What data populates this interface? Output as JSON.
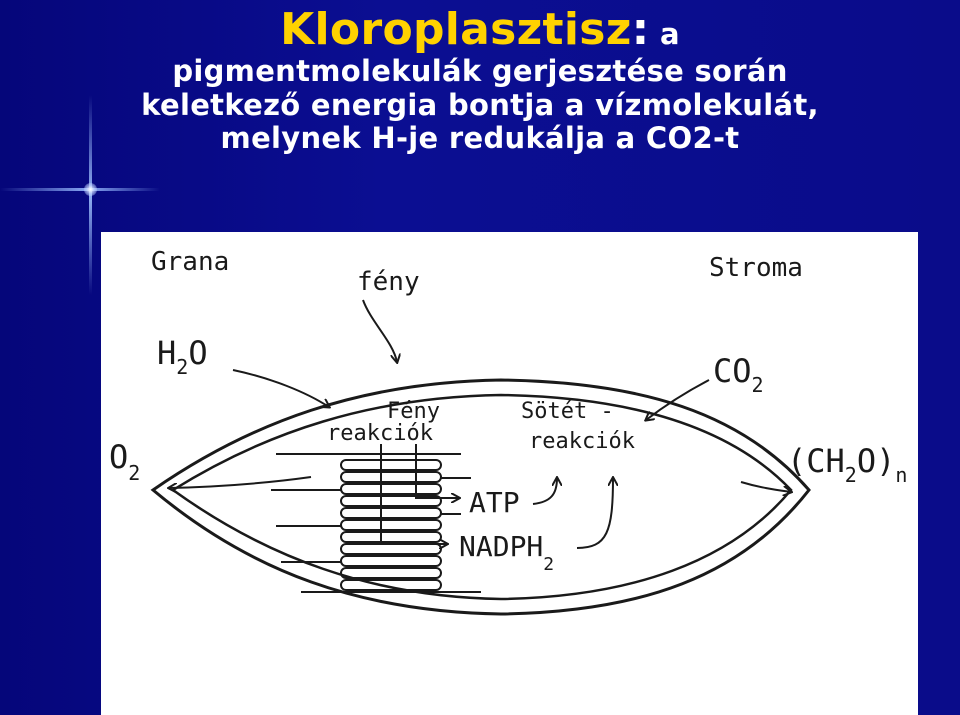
{
  "slide": {
    "title_main": "Kloroplasztisz",
    "title_colon": ":",
    "title_rest": " a",
    "lines": [
      "pigmentmolekulák gerjesztése során",
      "keletkező energia bontja a vízmolekulát,",
      "melynek H-je redukálja a CO2-t"
    ],
    "title_color": "#ffd200",
    "background_color": "#0a0c8a"
  },
  "diagram": {
    "labels": {
      "grana": "Grana",
      "stroma": "Stroma",
      "feny": "fény",
      "h2o": "H",
      "h2o_sub": "2",
      "h2o_end": "O",
      "co2": "CO",
      "co2_sub": "2",
      "o2": "O",
      "o2_sub": "2",
      "feny_reakciok_1": "Fény",
      "feny_reakciok_2": "reakciók",
      "sotet_reakciok_1": "Sötét -",
      "sotet_reakciok_2": "reakciók",
      "atp": "ATP",
      "nadph": "NADPH",
      "nadph_sub": "2",
      "ch2o": "(CH",
      "ch2o_sub": "2",
      "ch2o_end": "O)",
      "ch2o_n": "n"
    }
  }
}
